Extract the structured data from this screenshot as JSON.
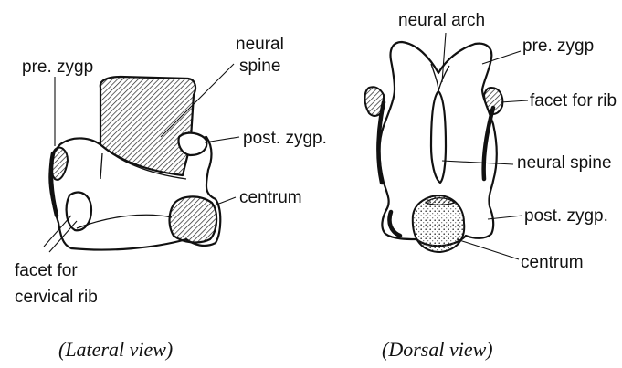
{
  "lateral": {
    "caption": "(Lateral view)",
    "labels": {
      "pre_zygp": "pre. zygp",
      "neural": "neural",
      "spine": "spine",
      "post_zygp": "post. zygp.",
      "centrum": "centrum",
      "facet_line1": "facet for",
      "facet_line2": "cervical rib"
    }
  },
  "dorsal": {
    "caption": "(Dorsal view)",
    "labels": {
      "neural_arch": "neural arch",
      "pre_zygp": "pre. zygp",
      "facet_for_rib": "facet for rib",
      "neural_spine": "neural spine",
      "post_zygp": "post. zygp.",
      "centrum": "centrum"
    }
  }
}
